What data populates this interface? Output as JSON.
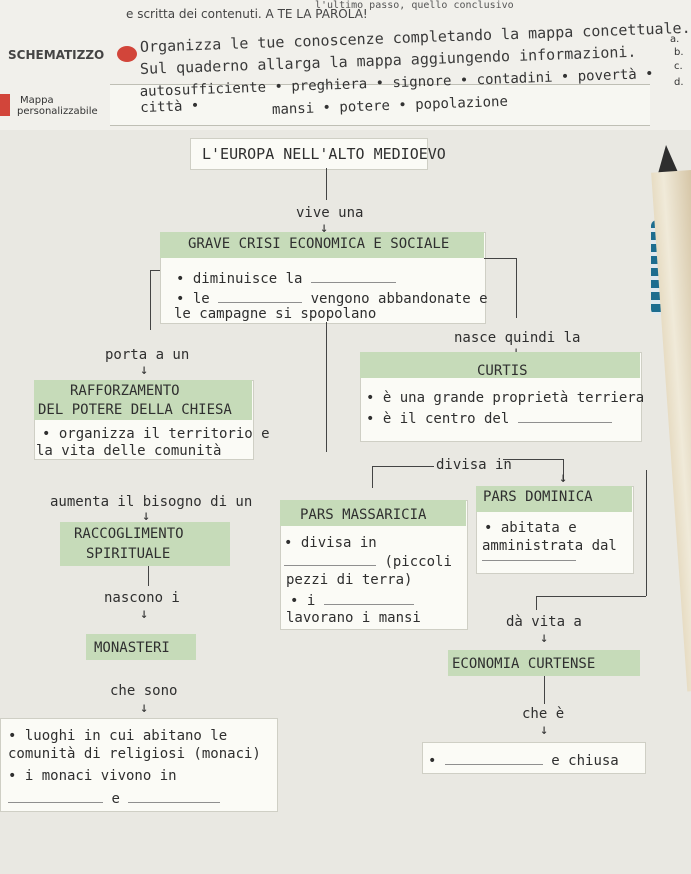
{
  "header": {
    "continuation_line": "l'ultimo passo, quello conclusivo",
    "subtitle": "e scritta dei contenuti. A TE LA PAROLA!",
    "activity_label": "SCHEMATIZZO",
    "instruction_1": "Organizza le tue conoscenze completando la mappa concettuale.",
    "instruction_2": "Sul quaderno allarga la mappa aggiungendo informazioni.",
    "word_bank_1": "autosufficiente • preghiera • signore • contadini • povertà • città •",
    "word_bank_2": "mansi • potere • popolazione",
    "map_label_1": "Mappa",
    "map_label_2": "personalizzabile",
    "side_letters": [
      "a.",
      "b.",
      "c.",
      "d."
    ]
  },
  "map": {
    "title": "L'EUROPA NELL'ALTO MEDIOEVO",
    "vive_una": "vive una",
    "crisi": {
      "title": "GRAVE CRISI ECONOMICA E SOCIALE",
      "line1": "diminuisce la",
      "line2a": "le",
      "line2b": "vengono abbandonate e",
      "line3": "le campagne si spopolano"
    },
    "porta_a_un": "porta a un",
    "nasce_quindi_la": "nasce quindi la",
    "rafforzamento": {
      "title1": "RAFFORZAMENTO",
      "title2": "DEL POTERE DELLA CHIESA",
      "line1": "organizza il territorio e",
      "line2": "la vita delle comunità"
    },
    "curtis": {
      "title": "CURTIS",
      "line1": "è una grande proprietà terriera",
      "line2": "è il centro del"
    },
    "divisa_in": "divisa in",
    "aumenta": "aumenta il bisogno di un",
    "raccoglimento": {
      "title1": "RACCOGLIMENTO",
      "title2": "SPIRITUALE"
    },
    "massaricia": {
      "title": "PARS MASSARICIA",
      "line1": "divisa in",
      "line2": "(piccoli",
      "line3": "pezzi di terra)",
      "line4": "i",
      "line5": "lavorano i mansi"
    },
    "dominica": {
      "title": "PARS DOMINICA",
      "line1": "abitata e",
      "line2": "amministrata dal"
    },
    "nascono_i": "nascono i",
    "monasteri": "MONASTERI",
    "da_vita_a": "dà vita a",
    "che_sono": "che sono",
    "economia": "ECONOMIA CURTENSE",
    "che_e": "che è",
    "monasteri_def": {
      "line1": "luoghi in cui abitano le",
      "line2": "comunità di religiosi (monaci)",
      "line3": "i monaci vivono in",
      "line4": "e"
    },
    "e_chiusa": "e chiusa"
  }
}
